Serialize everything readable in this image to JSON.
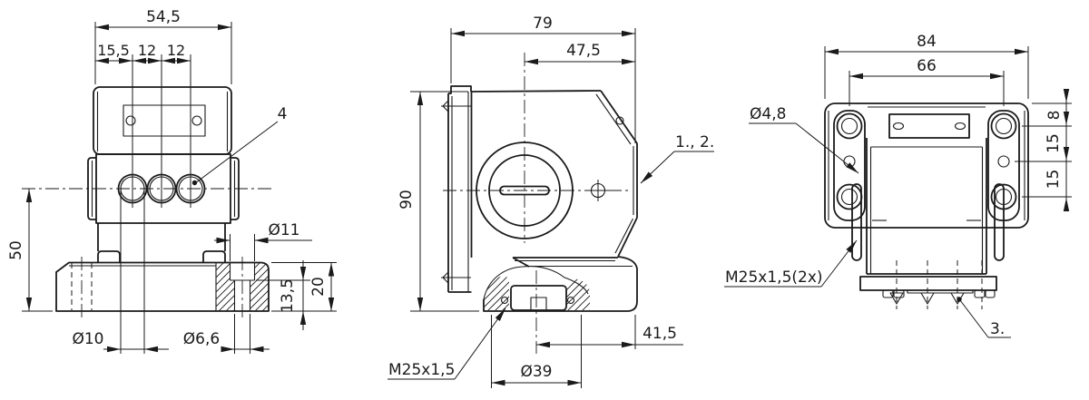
{
  "front": {
    "overall_width": "54,5",
    "entry_offset": "15,5",
    "entry_pitch_1": "12",
    "entry_pitch_2": "12",
    "callout_entries": "4",
    "height_center_to_base": "50",
    "counterbore_dia": "Ø11",
    "counterbore_depth": "13,5",
    "base_height": "20",
    "entry_hole_dia": "Ø10",
    "mounting_hole_dia": "Ø6,6"
  },
  "side": {
    "overall_depth": "79",
    "center_to_back": "47,5",
    "overall_height": "90",
    "callout_cover": "1., 2.",
    "gland_center_to_back": "41,5",
    "gland_flange_dia": "Ø39",
    "gland_thread": "M25x1,5"
  },
  "rear": {
    "overall_width": "84",
    "slot_pitch": "66",
    "slot_hole_dia": "Ø4,8",
    "top_to_hole": "8",
    "hole_pitch_1": "15",
    "hole_pitch_2": "15",
    "side_gland_thread": "M25x1,5(2x)",
    "callout_terminals": "3."
  },
  "colors": {
    "line": "#1a1a1a",
    "background": "#ffffff"
  }
}
